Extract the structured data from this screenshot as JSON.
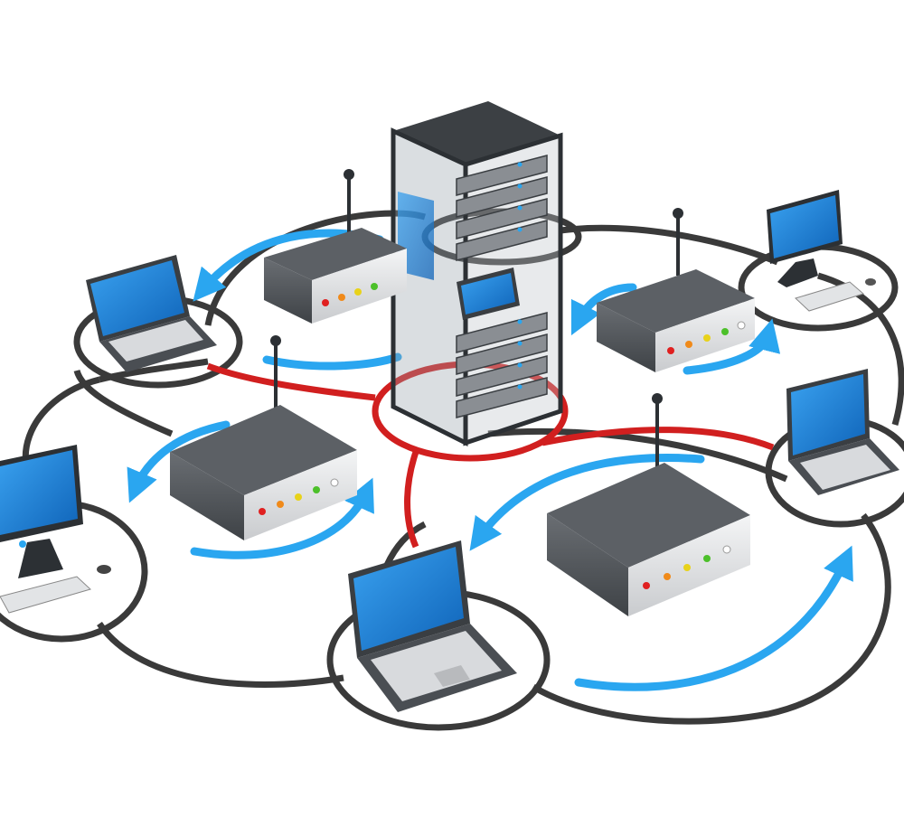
{
  "colors": {
    "background": "#ffffff",
    "ring": "#3a3a3a",
    "server_link": "#d11f1f",
    "flow_arrow": "#2aa6f0",
    "device_body": "#505459",
    "device_front": "#e9eaec",
    "screen": "#1b7fd6",
    "led_red": "#e02020",
    "led_orange": "#f08a1a",
    "led_yellow": "#e8d21a",
    "led_green": "#4cc02a",
    "led_white": "#ffffff"
  },
  "nodes": [
    {
      "id": "server-rack",
      "icon": "server-rack-icon"
    },
    {
      "id": "router-top-left",
      "icon": "wireless-router-icon"
    },
    {
      "id": "router-top-right",
      "icon": "wireless-router-icon"
    },
    {
      "id": "router-middle-left",
      "icon": "wireless-router-icon"
    },
    {
      "id": "router-bottom-right",
      "icon": "wireless-router-icon"
    },
    {
      "id": "laptop-top-left",
      "icon": "laptop-icon"
    },
    {
      "id": "desktop-top-right",
      "icon": "desktop-computer-icon"
    },
    {
      "id": "laptop-right",
      "icon": "laptop-icon"
    },
    {
      "id": "desktop-left",
      "icon": "desktop-computer-icon"
    },
    {
      "id": "laptop-bottom-center",
      "icon": "laptop-icon"
    }
  ]
}
